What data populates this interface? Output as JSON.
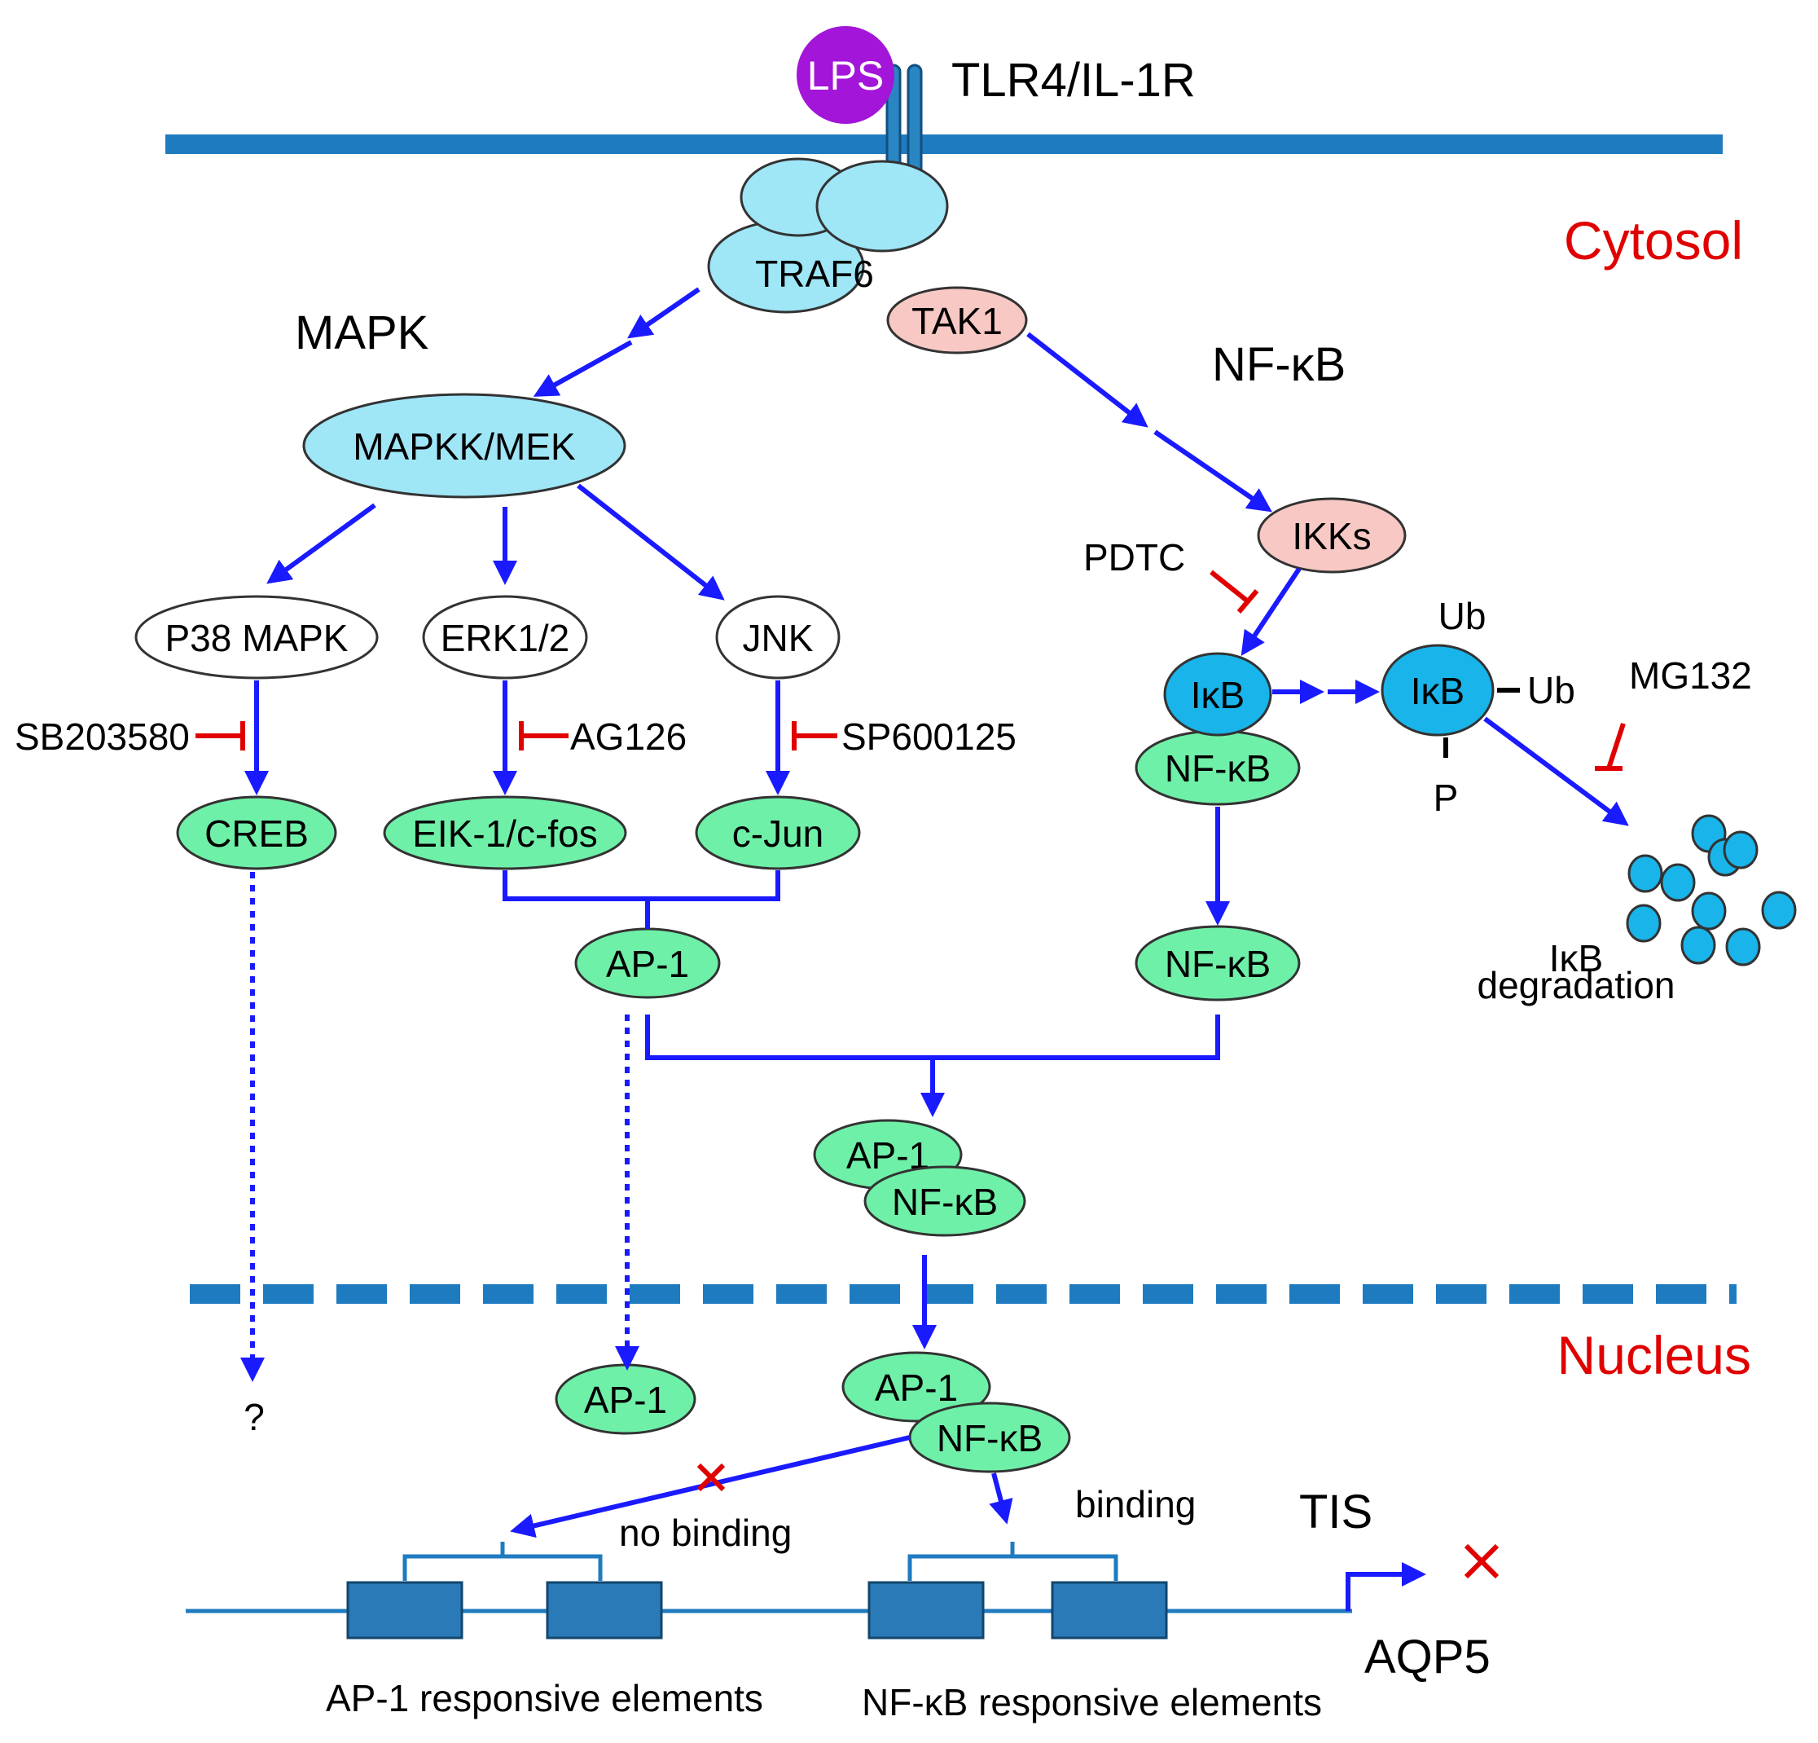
{
  "receptor": {
    "ligand": "LPS",
    "name": "TLR4/IL-1R"
  },
  "compartments": {
    "cytosol": "Cytosol",
    "nucleus": "Nucleus"
  },
  "pathways": {
    "mapk": "MAPK",
    "nfkb": "NF-κB"
  },
  "nodes": {
    "traf6": "TRAF6",
    "tak1": "TAK1",
    "mapkk": "MAPKK/MEK",
    "p38": "P38 MAPK",
    "erk": "ERK1/2",
    "jnk": "JNK",
    "creb": "CREB",
    "elk": "EIK-1/c-fos",
    "cjun": "c-Jun",
    "ap1": "AP-1",
    "ikks": "IKKs",
    "ikb": "IκB",
    "ikb_ub": "IκB",
    "nfkb_bound": "NF-κB",
    "nfkb_free": "NF-κB",
    "complex_ap1": "AP-1",
    "complex_nfkb": "NF-κB",
    "nuc_ap1": "AP-1",
    "nuc_complex_ap1": "AP-1",
    "nuc_complex_nfkb": "NF-κB"
  },
  "modifications": {
    "ub_top": "Ub",
    "ub_right": "Ub",
    "phospho": "P"
  },
  "inhibitors": {
    "sb203580": "SB203580",
    "ag126": "AG126",
    "sp600125": "SP600125",
    "pdtc": "PDTC",
    "mg132": "MG132"
  },
  "labels": {
    "degradation_line1": "IκB",
    "degradation_line2": "degradation",
    "unknown": "?",
    "no_binding": "no binding",
    "binding": "binding",
    "tis": "TIS",
    "gene": "AQP5",
    "ap1_elements": "AP-1 responsive elements",
    "nfkb_elements": "NF-κB  responsive elements"
  },
  "colors": {
    "membrane": "#1f7bbf",
    "arrow": "#1a1aff",
    "inhibitor": "#e00000",
    "protein_light_blue": "#9fe6f7",
    "protein_pink": "#f8c9c4",
    "protein_green": "#6ff0a8",
    "ikb_blue": "#19b4ea",
    "ligand_purple": "#a315d8",
    "dna_box": "#2a7ab8",
    "region_text": "#e00000"
  }
}
